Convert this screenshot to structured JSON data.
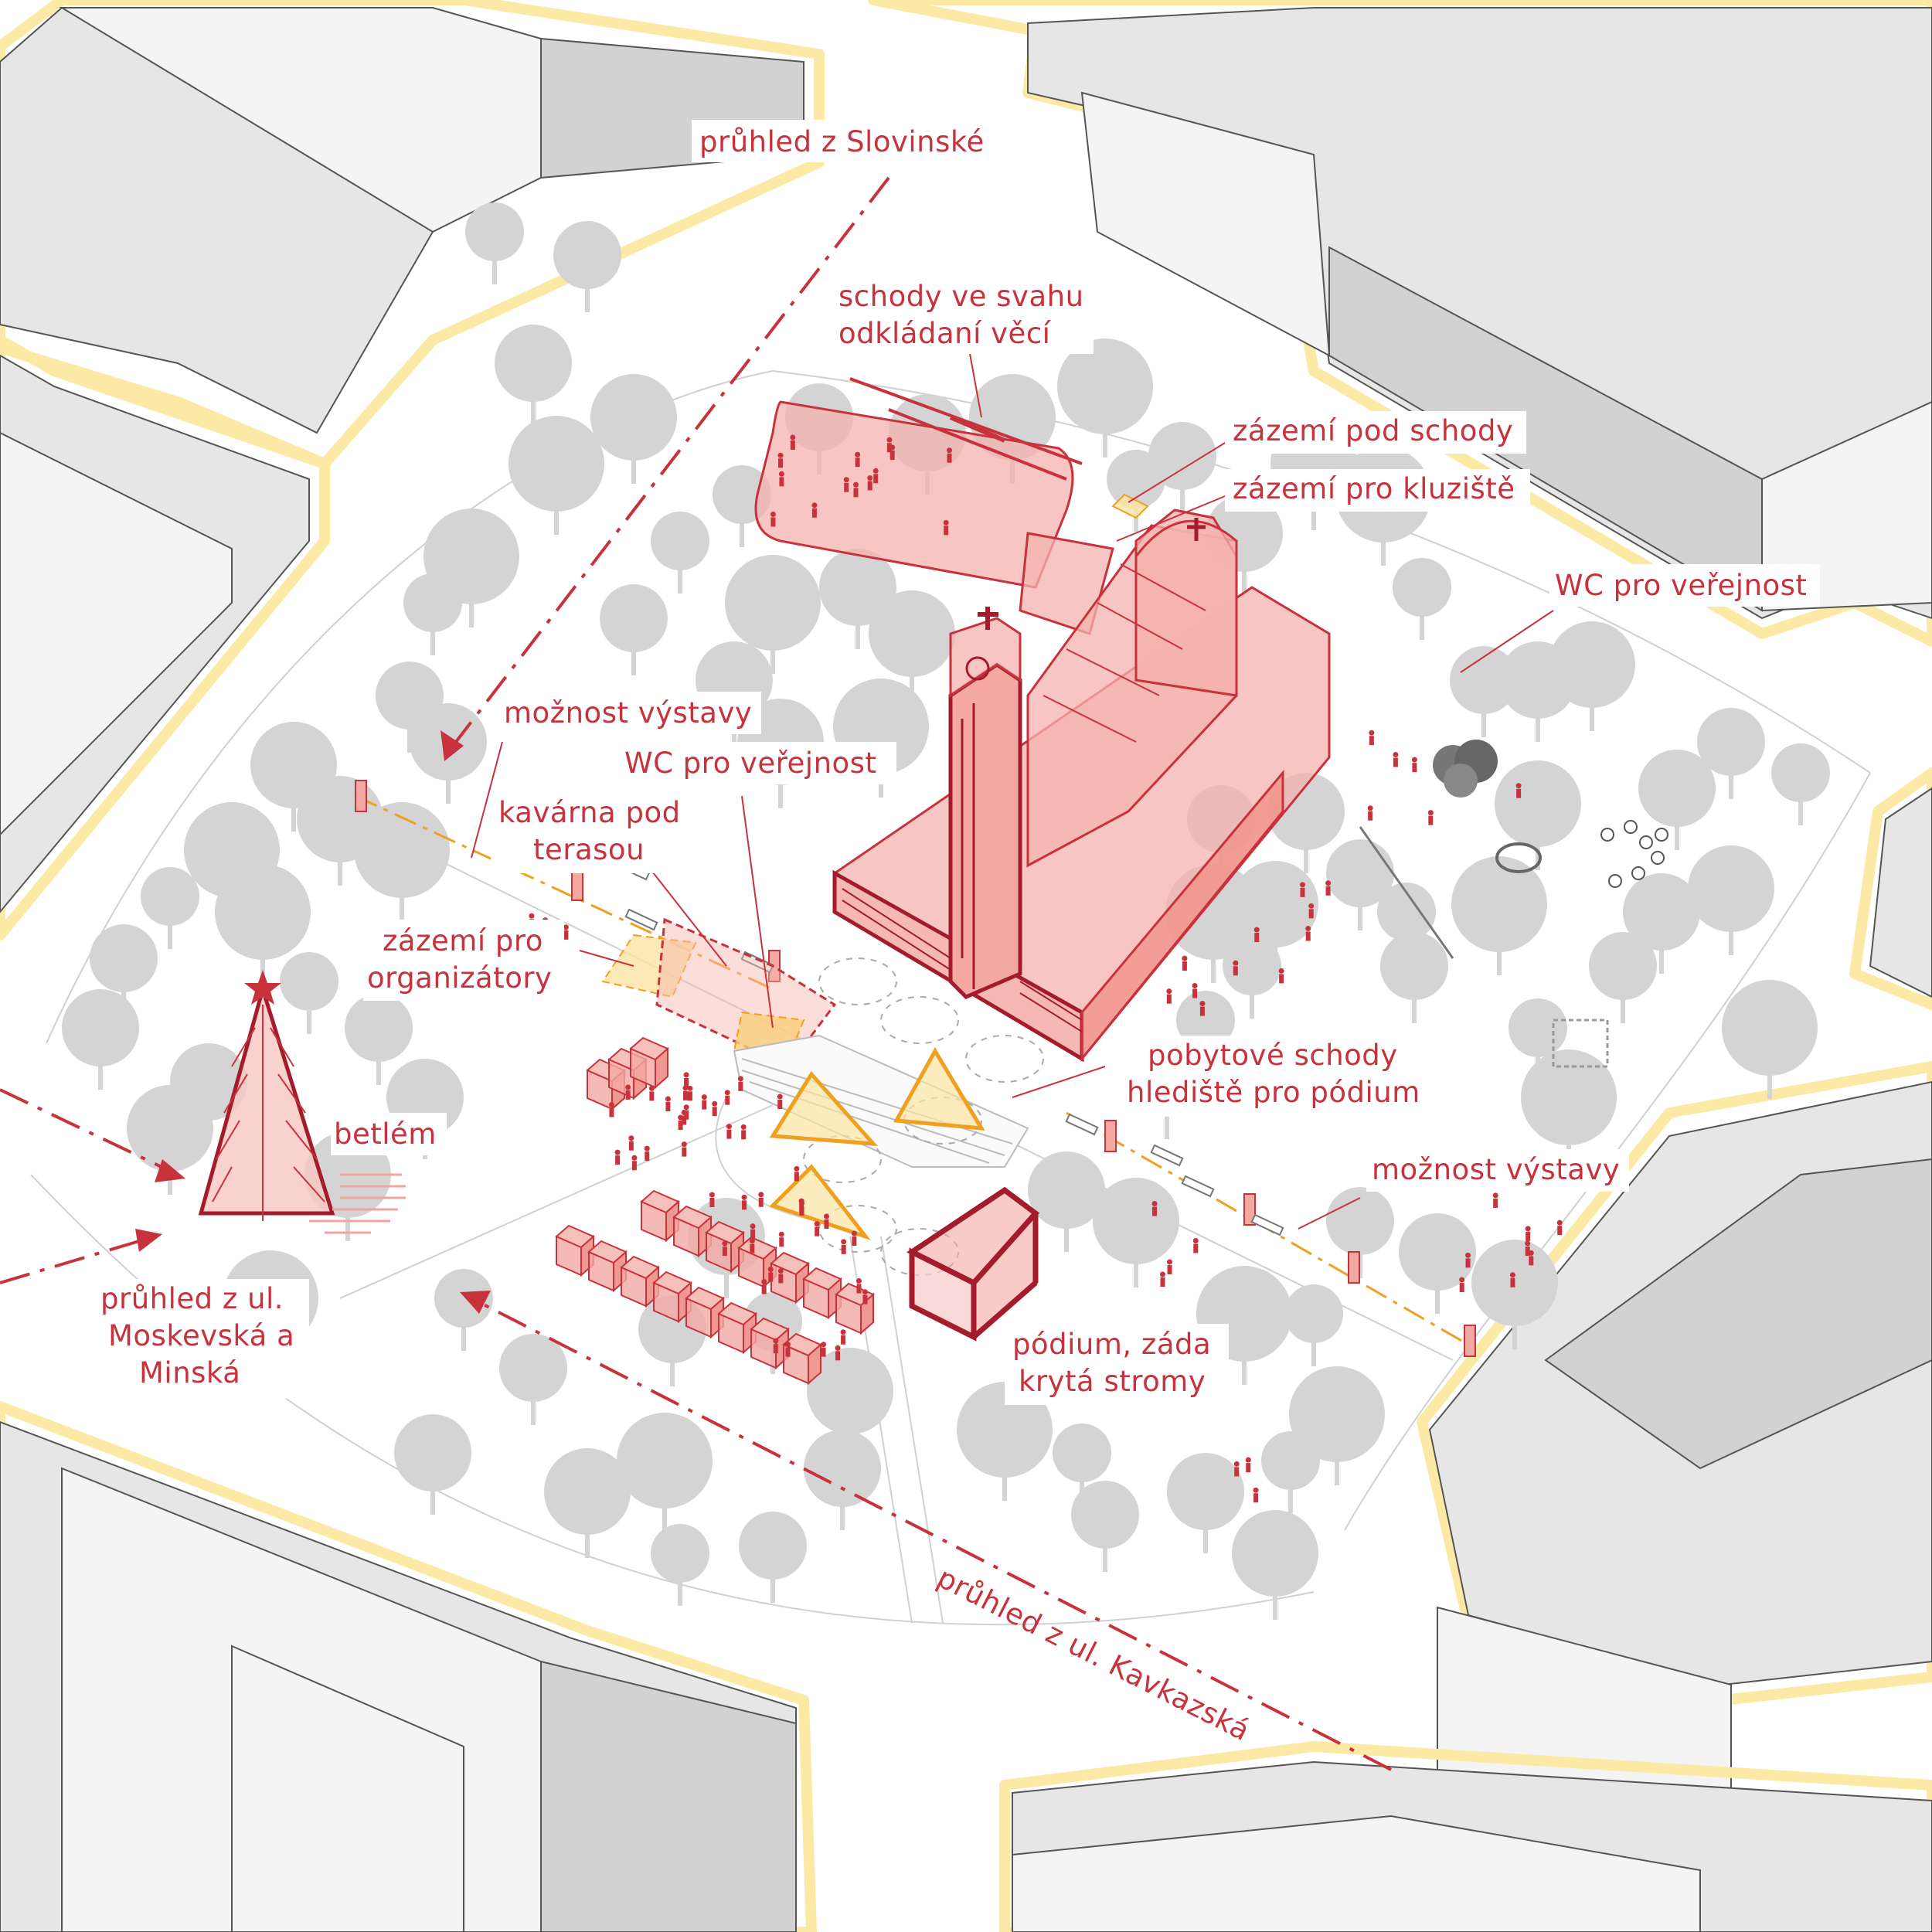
{
  "labels": {
    "pruhled_slovinske": "průhled z Slovinské",
    "schody_ve_svahu_1": "schody ve svahu",
    "schody_ve_svahu_2": "odkládaní věcí",
    "zazemi_pod_schody": "zázemí pod schody",
    "zazemi_kluziste": "zázemí pro kluziště",
    "wc_verejnost_right": "WC pro veřejnost",
    "moznost_vystavy_left": "možnost výstavy",
    "wc_verejnost_left": "WC pro veřejnost",
    "kavarna_1": "kavárna pod",
    "kavarna_2": "terasou",
    "zazemi_organizatory_1": "zázemí pro",
    "zazemi_organizatory_2": "organizátory",
    "betlem": "betlém",
    "pobytove_schody_1": "pobytové schody",
    "pobytove_schody_2": "hlediště pro pódium",
    "moznost_vystavy_right": "možnost výstavy",
    "pruhled_moskevska_1": "průhled z ul.",
    "pruhled_moskevska_2": "Moskevská a",
    "pruhled_moskevska_3": "Minská",
    "podium_1": "pódium, záda",
    "podium_2": "krytá stromy",
    "pruhled_kavkazska": "průhled z ul. Kavkazská"
  },
  "colors": {
    "accent_red": "#c8323c",
    "building_outline_yellow": "#fde9a6",
    "tree_grey": "#d4d4d4",
    "pink_fill": "#f6b3ad",
    "orange_accent": "#f0a020"
  }
}
